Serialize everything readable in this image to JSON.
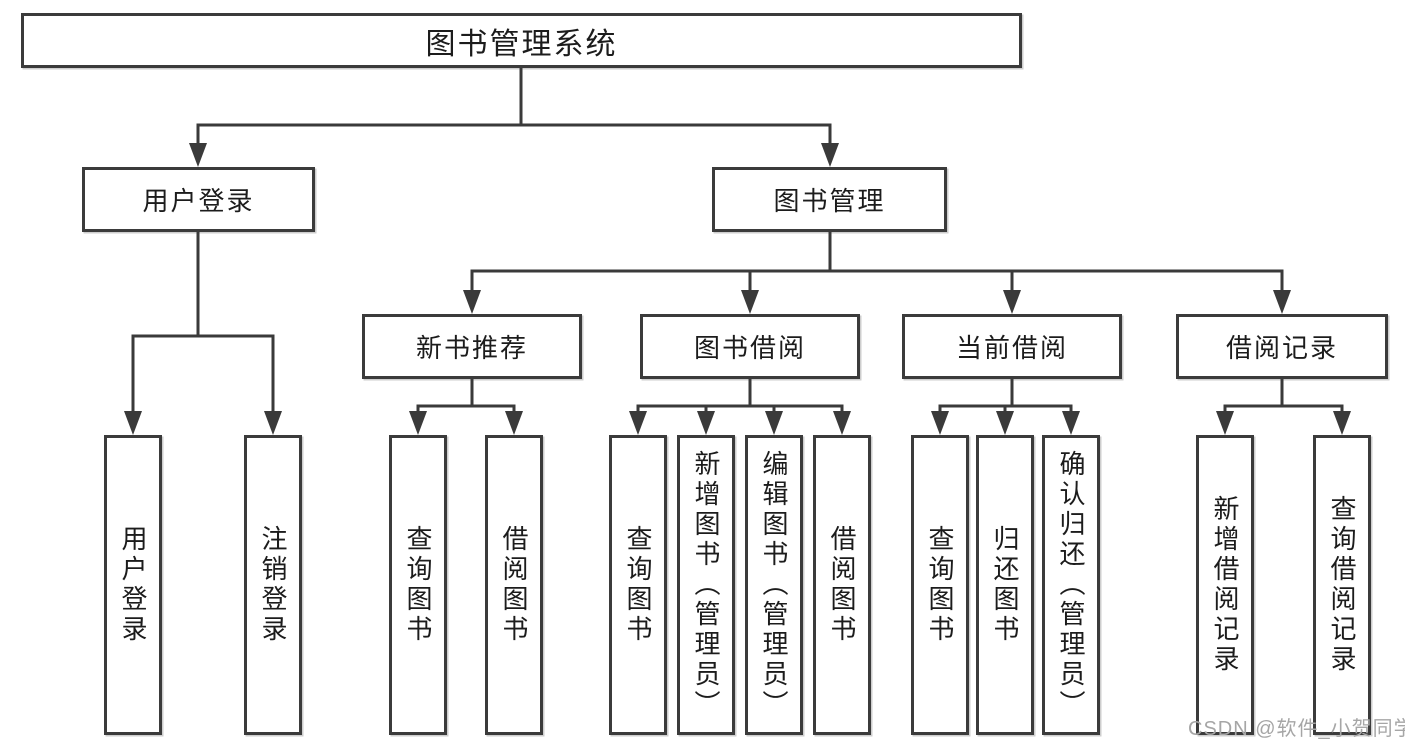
{
  "tree": {
    "label": "图书管理系统",
    "children": [
      {
        "label": "用户登录",
        "children": [
          {
            "label": "用户登录"
          },
          {
            "label": "注销登录"
          }
        ]
      },
      {
        "label": "图书管理",
        "children": [
          {
            "label": "新书推荐",
            "children": [
              {
                "label": "查询图书"
              },
              {
                "label": "借阅图书"
              }
            ]
          },
          {
            "label": "图书借阅",
            "children": [
              {
                "label": "查询图书"
              },
              {
                "label": "新增图书（管理员）"
              },
              {
                "label": "编辑图书（管理员）"
              },
              {
                "label": "借阅图书"
              }
            ]
          },
          {
            "label": "当前借阅",
            "children": [
              {
                "label": "查询图书"
              },
              {
                "label": "归还图书"
              },
              {
                "label": "确认归还（管理员）"
              }
            ]
          },
          {
            "label": "借阅记录",
            "children": [
              {
                "label": "新增借阅记录"
              },
              {
                "label": "查询借阅记录"
              }
            ]
          }
        ]
      }
    ]
  },
  "watermark": "CSDN @软件_小贺同学",
  "colors": {
    "line": "#3a3a3a",
    "box_border": "#3b3b3b",
    "text": "#1c1c1c",
    "watermark": "#a6a6a6",
    "background": "#ffffff"
  }
}
